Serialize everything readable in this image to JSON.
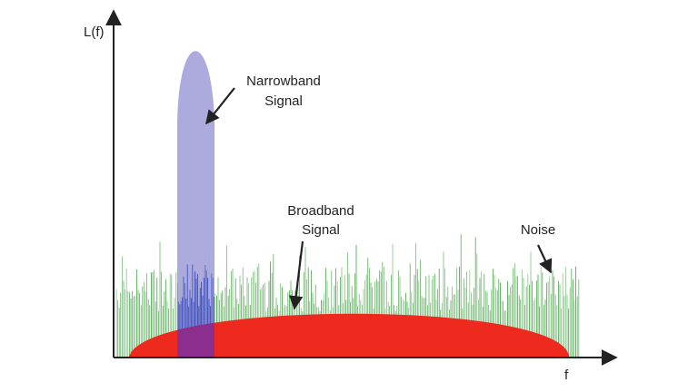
{
  "axes": {
    "y_label": "L(f)",
    "x_label": "f"
  },
  "annotations": {
    "narrowband_line1": "Narrowband",
    "narrowband_line2": "Signal",
    "broadband_line1": "Broadband",
    "broadband_line2": "Signal",
    "noise": "Noise"
  },
  "colors": {
    "narrowband": "#a9a6dc",
    "broadband": "#ee2a1e",
    "overlap": "#8b2e8e",
    "noise_green": "#3a9a3a",
    "noise_blue": "#2a3fb8",
    "axis": "#222222"
  }
}
